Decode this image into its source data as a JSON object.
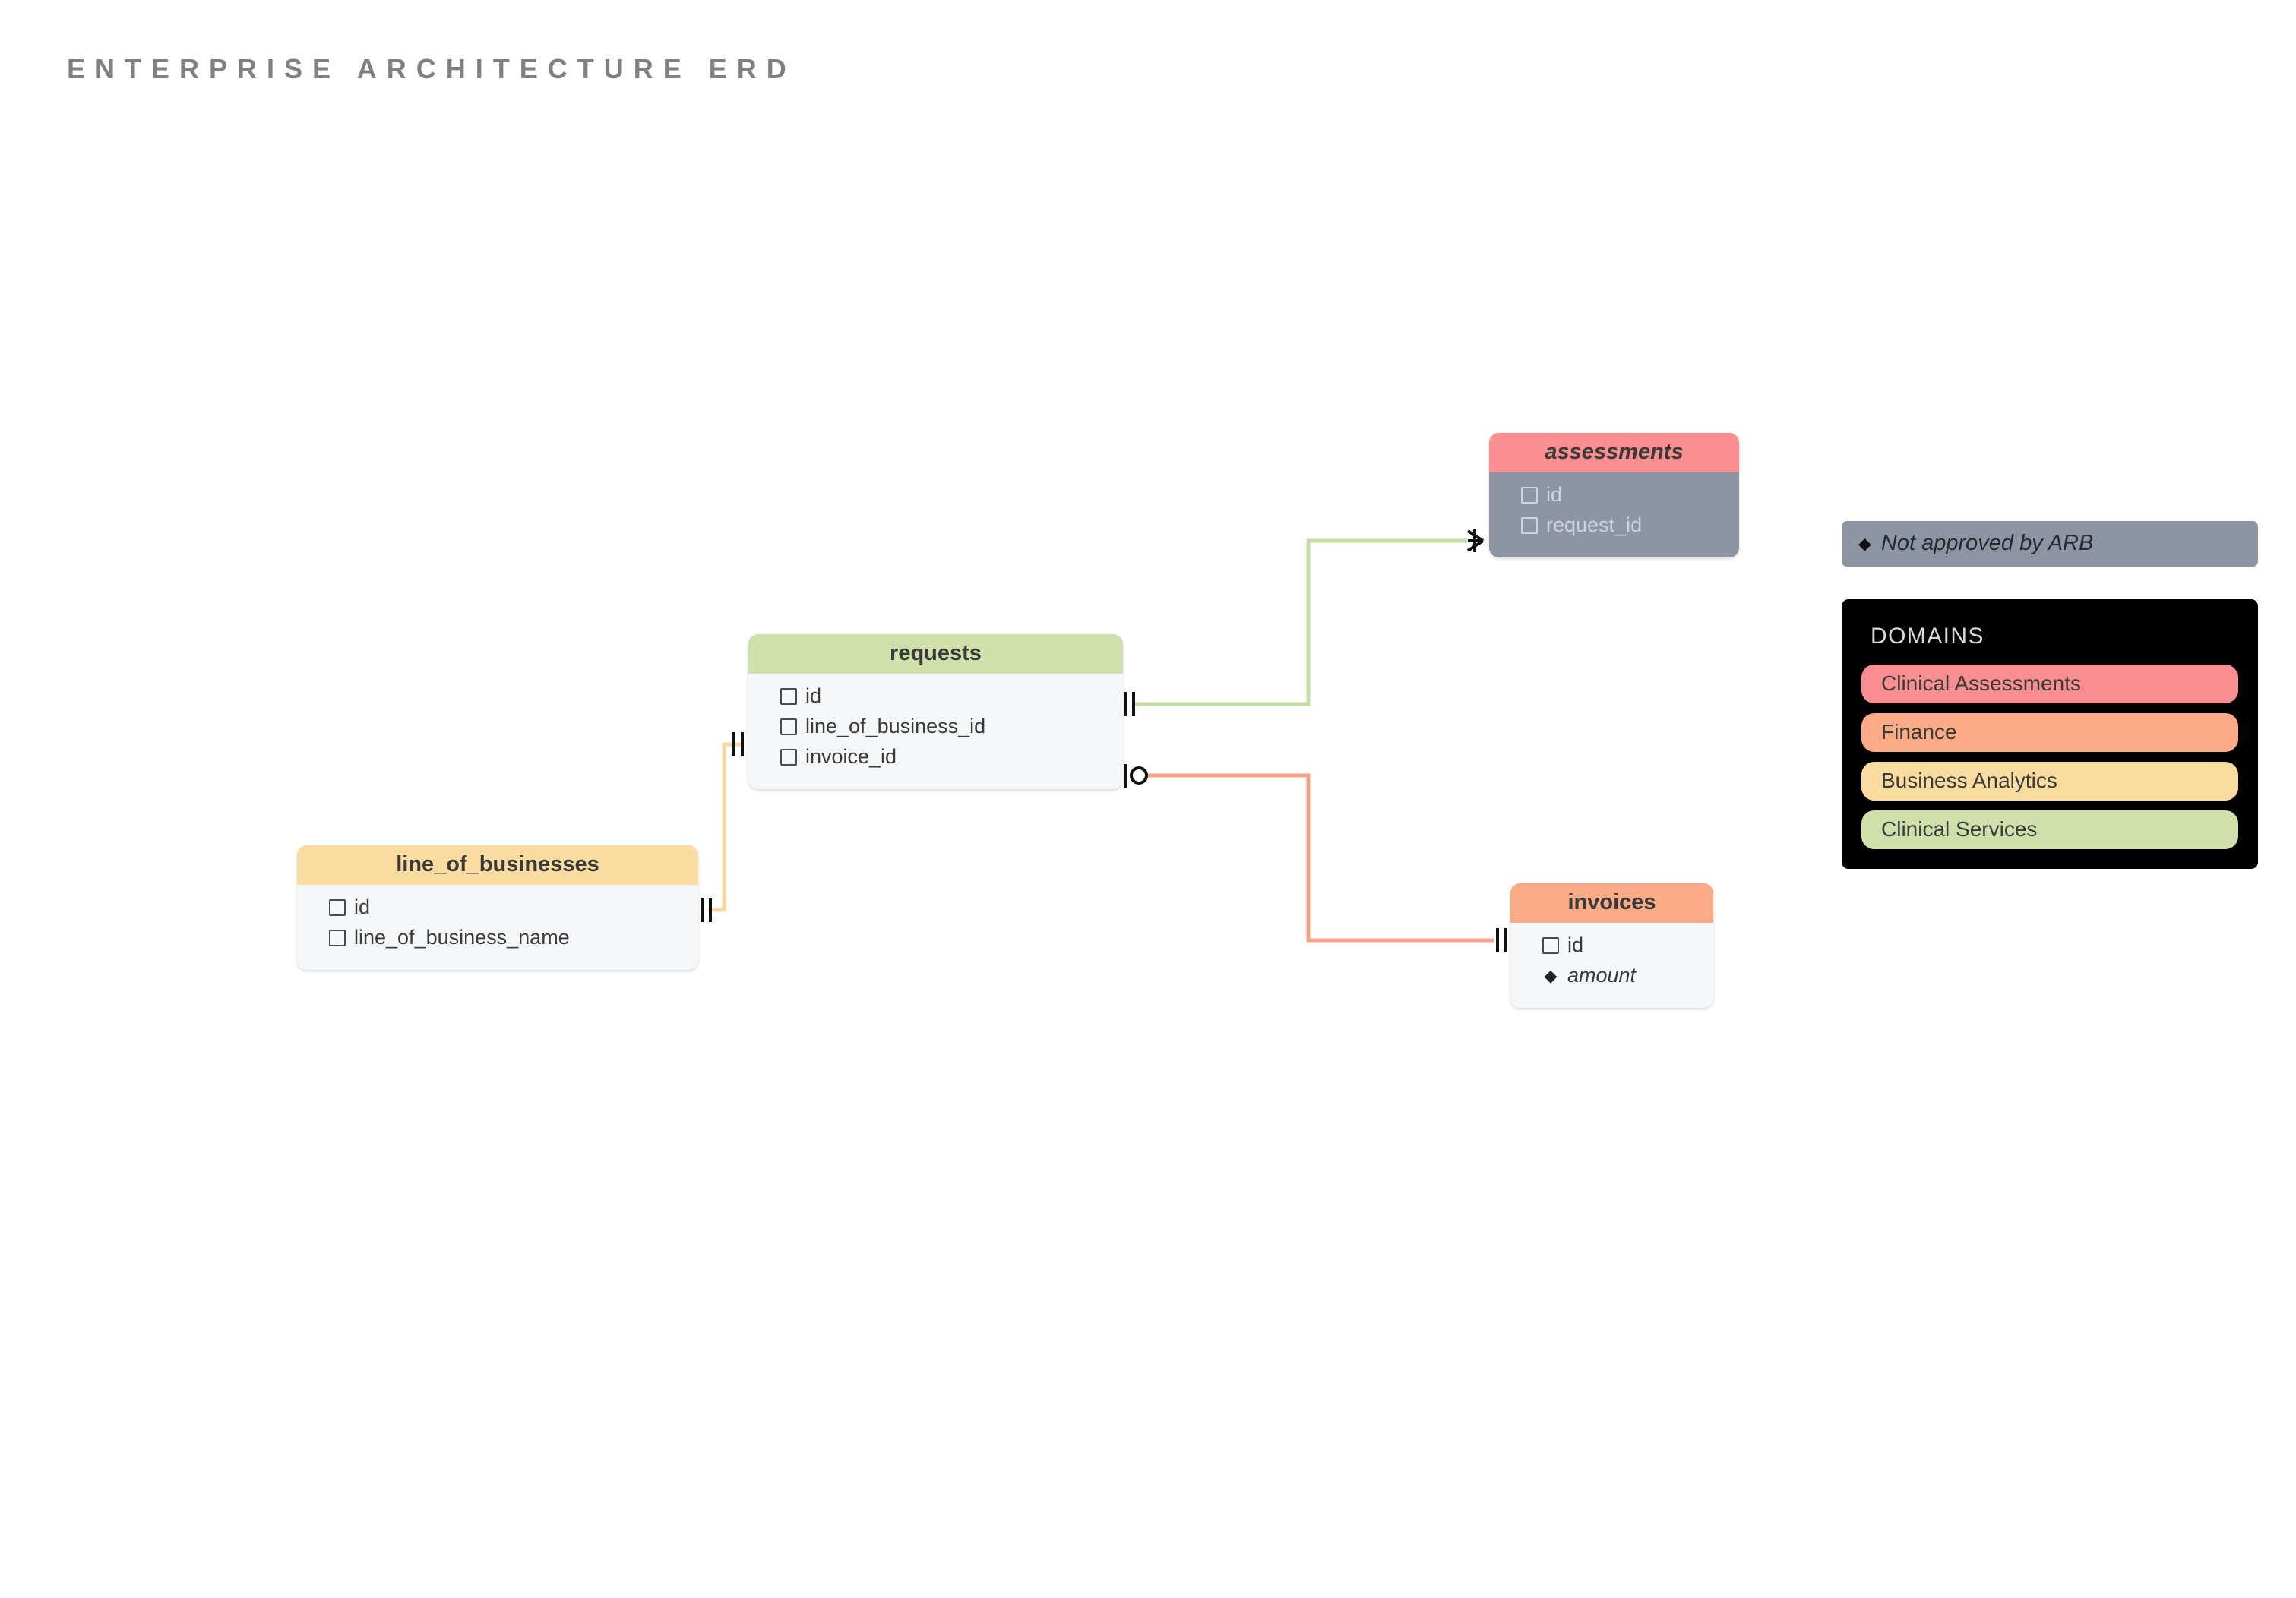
{
  "title": "ENTERPRISE ARCHITECTURE ERD",
  "entities": [
    {
      "key": "assessments",
      "name": "assessments",
      "domain": "Clinical Assessments",
      "header_color": "#fa8e91",
      "approved": false,
      "fields": [
        {
          "name": "id",
          "marker": "checkbox",
          "flagged": false
        },
        {
          "name": "request_id",
          "marker": "checkbox",
          "flagged": false
        }
      ]
    },
    {
      "key": "requests",
      "name": "requests",
      "domain": "Clinical Services",
      "header_color": "#d0e0ab",
      "approved": true,
      "fields": [
        {
          "name": "id",
          "marker": "checkbox",
          "flagged": false
        },
        {
          "name": "line_of_business_id",
          "marker": "checkbox",
          "flagged": false
        },
        {
          "name": "invoice_id",
          "marker": "checkbox",
          "flagged": false
        }
      ]
    },
    {
      "key": "line_of_businesses",
      "name": "line_of_businesses",
      "domain": "Business Analytics",
      "header_color": "#fadca0",
      "approved": true,
      "fields": [
        {
          "name": "id",
          "marker": "checkbox",
          "flagged": false
        },
        {
          "name": "line_of_business_name",
          "marker": "checkbox",
          "flagged": false
        }
      ]
    },
    {
      "key": "invoices",
      "name": "invoices",
      "domain": "Finance",
      "header_color": "#fbab86",
      "approved": true,
      "fields": [
        {
          "name": "id",
          "marker": "checkbox",
          "flagged": false
        },
        {
          "name": "amount",
          "marker": "diamond",
          "flagged": true
        }
      ]
    }
  ],
  "relationships": [
    {
      "name": "requests-to-assessments",
      "from": "requests",
      "to": "assessments",
      "color": "#c5dda2",
      "from_cardinality": "one-and-only-one",
      "to_cardinality": "zero-or-many"
    },
    {
      "name": "requests-to-invoices",
      "from": "requests",
      "to": "invoices",
      "color": "#f9a183",
      "from_cardinality": "zero-or-one",
      "to_cardinality": "one-and-only-one"
    },
    {
      "name": "line_of_businesses-to-requests",
      "from": "line_of_businesses",
      "to": "requests",
      "color": "#fad7a0",
      "from_cardinality": "one-and-only-one",
      "to_cardinality": "one-and-only-one"
    }
  ],
  "legend": {
    "arb_note": {
      "marker": "◆",
      "label": "Not approved by ARB",
      "background": "#8d95a4"
    },
    "domains": {
      "title": "DOMAINS",
      "background": "#000000",
      "items": [
        {
          "label": "Clinical Assessments",
          "color": "#fa8e91"
        },
        {
          "label": "Finance",
          "color": "#fbab86"
        },
        {
          "label": "Business Analytics",
          "color": "#fadca0"
        },
        {
          "label": "Clinical Services",
          "color": "#d0e0ab"
        }
      ]
    }
  }
}
